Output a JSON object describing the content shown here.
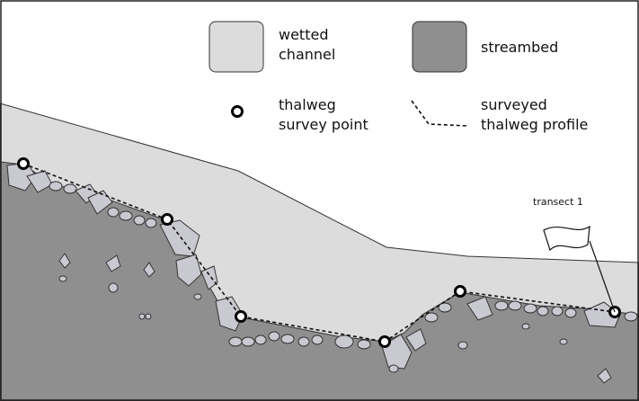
{
  "legend": {
    "wetted_channel": {
      "line1": "wetted",
      "line2": "channel",
      "color": "#dcdcdc"
    },
    "streambed": {
      "label": "streambed",
      "color": "#8f8f8f"
    },
    "survey_point": {
      "line1": "thalweg",
      "line2": "survey point"
    },
    "profile": {
      "line1": "surveyed",
      "line2": "thalweg profile"
    }
  },
  "annotations": {
    "transect": "transect 1"
  },
  "colors": {
    "water": "#dcdcdc",
    "streambed": "#8f8f8f",
    "rock": "#c9c9d1",
    "rock_outline": "#333333",
    "frame": "#222222"
  }
}
